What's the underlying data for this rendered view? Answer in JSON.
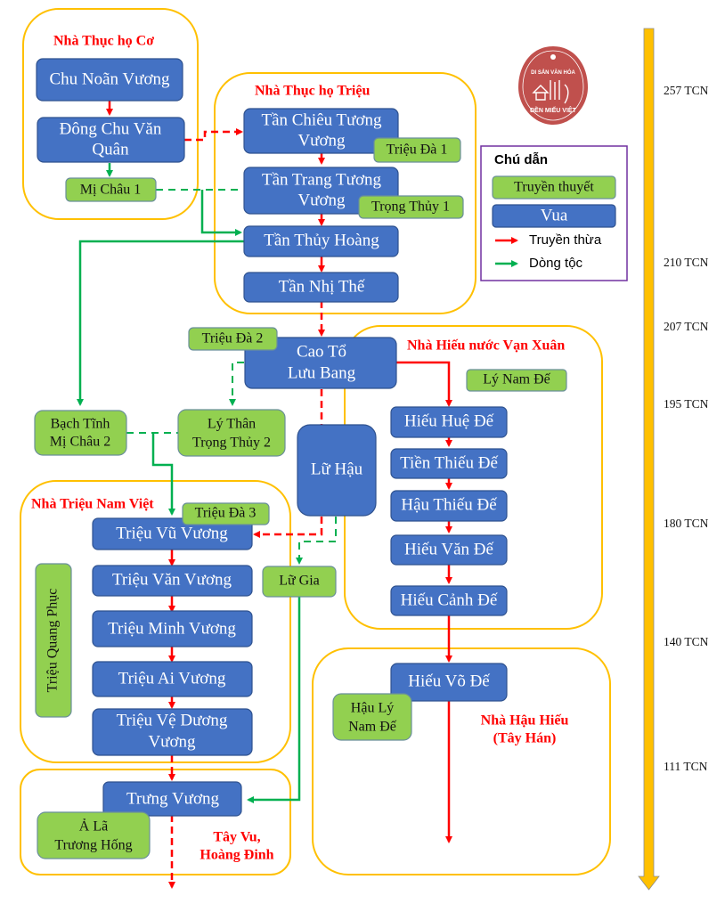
{
  "colors": {
    "king": "#4472C4",
    "legend_node": "#92D050",
    "group_border": "#FFC000",
    "succession": "#FF0000",
    "lineage": "#00B050",
    "timeline": "#FFC000",
    "key_border": "#7030A0",
    "logo": "#C0504D"
  },
  "groups": {
    "thuc_co": "Nhà Thục họ Cơ",
    "thuc_trieu": "Nhà Thục họ Triệu",
    "hieu_van_xuan": "Nhà Hiếu  nước Vạn Xuân",
    "trieu_nam_viet": "Nhà Triệu Nam Việt",
    "tay_vu_line1": "Tây Vu,",
    "tay_vu_line2": "Hoàng Đinh",
    "hau_hieu_line1": "Nhà Hậu Hiếu",
    "hau_hieu_line2": "(Tây Hán)"
  },
  "kings": {
    "chu_noan_vuong": [
      "Chu Noãn Vương"
    ],
    "dong_chu_van_quan": [
      "Đông Chu Văn",
      "Quân"
    ],
    "tan_chieu_tuong_vuong": [
      "Tần Chiêu Tương",
      "Vương"
    ],
    "tan_trang_tuong_vuong": [
      "Tần Trang Tương",
      "Vương"
    ],
    "tan_thuy_hoang": [
      "Tần Thủy Hoàng"
    ],
    "tan_nhi_the": [
      "Tần Nhị Thế"
    ],
    "cao_to_luu_bang": [
      "Cao Tổ",
      "Lưu Bang"
    ],
    "lu_hau": [
      "Lữ Hậu"
    ],
    "hieu_hue_de": [
      "Hiếu Huệ Đế"
    ],
    "tien_thieu_de": [
      "Tiền Thiếu Đế"
    ],
    "hau_thieu_de": [
      "Hậu Thiếu Đế"
    ],
    "hieu_van_de": [
      "Hiếu Văn Đế"
    ],
    "hieu_canh_de": [
      "Hiếu Cảnh Đế"
    ],
    "hieu_vo_de": [
      "Hiếu Võ Đế"
    ],
    "trieu_vu_vuong": [
      "Triệu Vũ Vương"
    ],
    "trieu_van_vuong": [
      "Triệu Văn Vương"
    ],
    "trieu_minh_vuong": [
      "Triệu Minh Vương"
    ],
    "trieu_ai_vuong": [
      "Triệu Ai Vương"
    ],
    "trieu_ve_duong_vuong": [
      "Triệu Vệ Dương",
      "Vương"
    ],
    "trung_vuong": [
      "Trưng Vương"
    ]
  },
  "legends": {
    "mi_chau_1": [
      "Mị Châu 1"
    ],
    "trieu_da_1": [
      "Triệu Đà 1"
    ],
    "trong_thuy_1": [
      "Trọng Thủy 1"
    ],
    "trieu_da_2": [
      "Triệu Đà 2"
    ],
    "bach_tinh_mi_chau_2": [
      "Bạch Tĩnh",
      "Mị Châu 2"
    ],
    "ly_than_trong_thuy_2": [
      "Lý Thân",
      "Trọng Thủy 2"
    ],
    "ly_nam_de": [
      "Lý Nam Đế"
    ],
    "trieu_da_3": [
      "Triệu Đà 3"
    ],
    "lu_gia": [
      "Lữ Gia"
    ],
    "trieu_quang_phuc": [
      "Triệu Quang Phục"
    ],
    "hau_ly_nam_de": [
      "Hậu Lý",
      "Nam Đế"
    ],
    "a_la_truong_hong": [
      "Ả Lã",
      "Trương Hống"
    ]
  },
  "key": {
    "title": "Chú dẫn",
    "legend_label": "Truyền thuyết",
    "king_label": "Vua",
    "succession_label": "Truyền thừa",
    "lineage_label": "Dòng tộc"
  },
  "logo": {
    "top_text": "DI SẢN VĂN HÓA",
    "bottom_text": "ĐỀN MIẾU VIỆT"
  },
  "timeline": {
    "labels": [
      "257 TCN",
      "210 TCN",
      "207 TCN",
      "195 TCN",
      "180 TCN",
      "140 TCN",
      "111 TCN"
    ]
  }
}
